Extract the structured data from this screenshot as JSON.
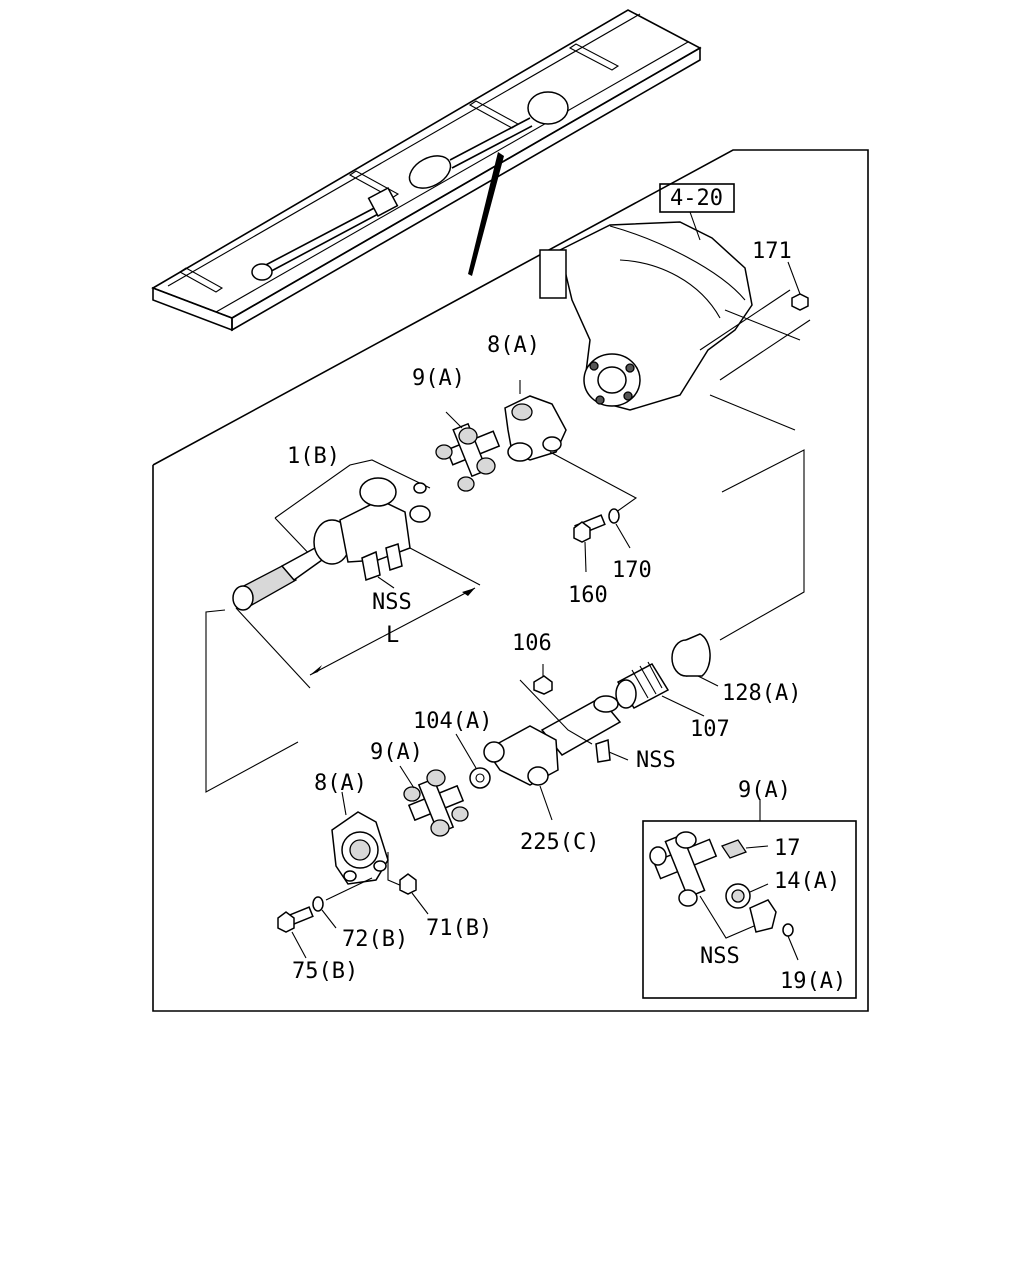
{
  "labels": {
    "ref_4_20": "4-20",
    "p171": "171",
    "p8a_top": "8(A)",
    "p9a_top": "9(A)",
    "p1b": "1(B)",
    "p160": "160",
    "p170": "170",
    "nss_left": "NSS",
    "dim_l": "L",
    "p106": "106",
    "p128a": "128(A)",
    "p107": "107",
    "p104a": "104(A)",
    "p9a_mid": "9(A)",
    "nss_mid": "NSS",
    "p8a_bottom": "8(A)",
    "p225c": "225(C)",
    "p72b": "72(B)",
    "p71b": "71(B)",
    "p75b": "75(B)",
    "inset_title": "9(A)",
    "p17": "17",
    "p14a": "14(A)",
    "nss_inset": "NSS",
    "p19a": "19(A)"
  }
}
